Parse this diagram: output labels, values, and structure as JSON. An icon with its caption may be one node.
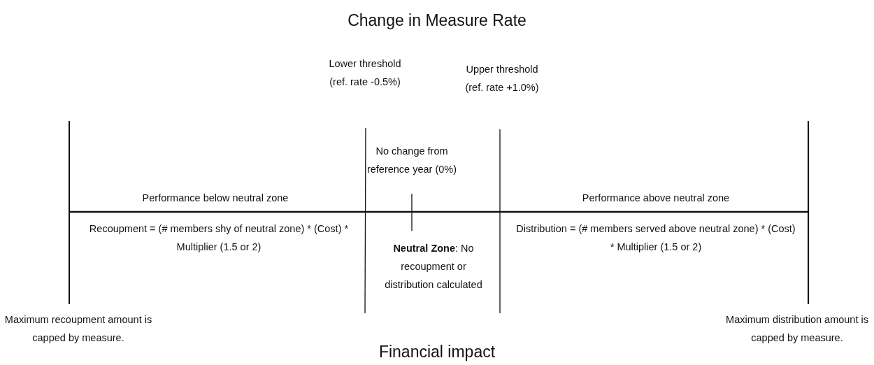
{
  "diagram": {
    "title": "Change in Measure Rate",
    "caption": "Financial impact",
    "labels": [
      "Lower threshold (ref. rate -0.5%)",
      "Upper threshold (ref. rate +1.0%)",
      "No change from reference year (0%)",
      "Performance below neutral zone",
      "Performance above neutral zone",
      "Recoupment = (# members shy of neutral zone) * (Cost) * Multiplier (1.5 or 2)",
      "**Neutral Zone**: No recoupment or distribution calculated",
      "Distribution = (# members served above neutral zone) * (Cost) * Multiplier (1.5 or 2)",
      "Maximum recoupment amount is capped by measure.",
      "Maximum distribution amount is capped by measure."
    ]
  }
}
